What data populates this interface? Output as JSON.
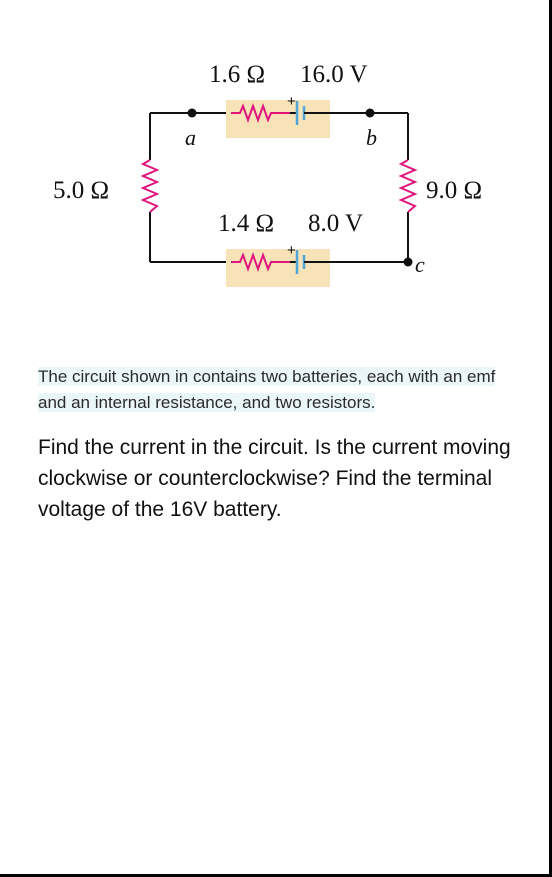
{
  "diagram": {
    "top_resistance": "1.6 Ω",
    "top_emf": "16.0 V",
    "bottom_resistance": "1.4 Ω",
    "bottom_emf": "8.0 V",
    "left_resistor": "5.0 Ω",
    "right_resistor": "9.0 Ω",
    "node_a": "a",
    "node_b": "b",
    "node_c": "c",
    "plus_sign": "+",
    "colors": {
      "resistor": "#e0157d",
      "battery_box": "#f8e2b7",
      "battery_plate": "#4fa6d6",
      "wire": "#111111"
    }
  },
  "text": {
    "caption": "The circuit shown in contains two batteries, each with an emf and an internal resistance, and two resistors.",
    "question": "Find the current in the circuit. Is the current moving clockwise or counterclockwise? Find the terminal voltage of the 16V battery."
  }
}
